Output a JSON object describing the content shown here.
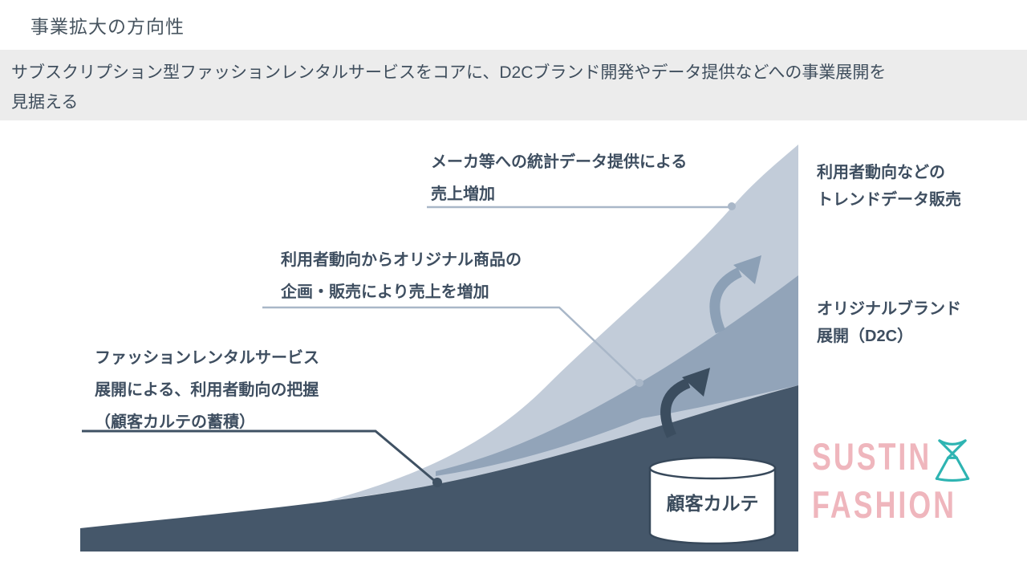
{
  "title": "事業拡大の方向性",
  "subtitle": {
    "line1": "サブスクリプション型ファッションレンタルサービスをコアに、D2Cブランド開発やデータ提供などへの事業展開を",
    "line2": "見据える"
  },
  "annotations": {
    "data_sales": {
      "line1": "メーカ等への統計データ提供による",
      "line2": "売上増加"
    },
    "d2c": {
      "line1": "利用者動向からオリジナル商品の",
      "line2": "企画・販売により売上を増加"
    },
    "rental": {
      "line1": "ファッションレンタルサービス",
      "line2": "展開による、利用者動向の把握",
      "line3": "（顧客カルテの蓄積）"
    }
  },
  "right_labels": {
    "trend": {
      "line1": "利用者動向などの",
      "line2": "トレンドデータ販売"
    },
    "brand": {
      "line1": "オリジナルブランド",
      "line2": "展開（D2C）"
    }
  },
  "cylinder_label": "顧客カルテ",
  "logo": {
    "line1": "SUSTIN",
    "line2": "FASHION"
  },
  "colors": {
    "dark_layer": "#45576A",
    "mid_layer": "#92A4B9",
    "light_layer": "#C2CCD9",
    "dark_arrow": "#3B4D5F",
    "light_arrow": "#8CA0B6",
    "leader_light": "#A9B7C8",
    "leader_dark": "#3F5163",
    "text": "#3E4E60",
    "subtitle_bg": "#ECECEC",
    "logo_pink": "#EFB6BD",
    "logo_teal": "#2EB4B2"
  }
}
